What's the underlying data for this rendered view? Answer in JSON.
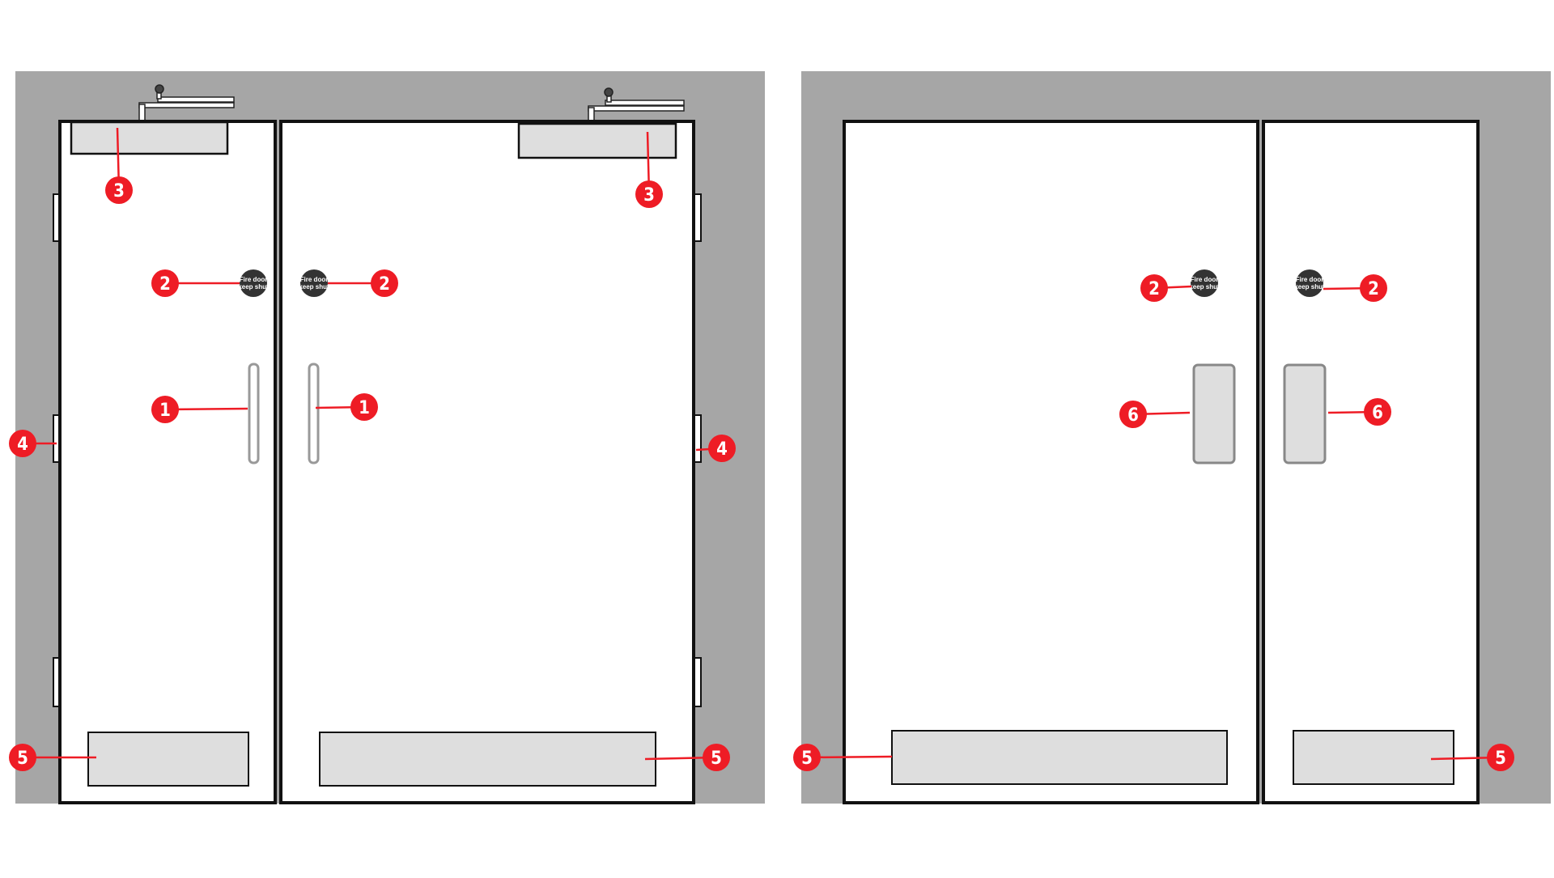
{
  "diagrams": [
    {
      "id": "double-door",
      "parts": {
        "push_bar_handle": {
          "number": "1"
        },
        "fire_door_sign": {
          "number": "2",
          "line1": "Fire door",
          "line2": "keep shut"
        },
        "door_closer": {
          "number": "3"
        },
        "hinge": {
          "number": "4"
        },
        "kick_plate": {
          "number": "5"
        }
      }
    },
    {
      "id": "unequal-double-door",
      "parts": {
        "fire_door_sign": {
          "number": "2",
          "line1": "Fire door",
          "line2": "keep shut"
        },
        "push_plate": {
          "number": "6"
        },
        "kick_plate": {
          "number": "5"
        }
      }
    }
  ],
  "colors": {
    "wall": "#a6a6a6",
    "door": "#ffffff",
    "frame": "#111111",
    "plate": "#dedede",
    "marker": "#ee1c25",
    "sign": "#333333"
  }
}
